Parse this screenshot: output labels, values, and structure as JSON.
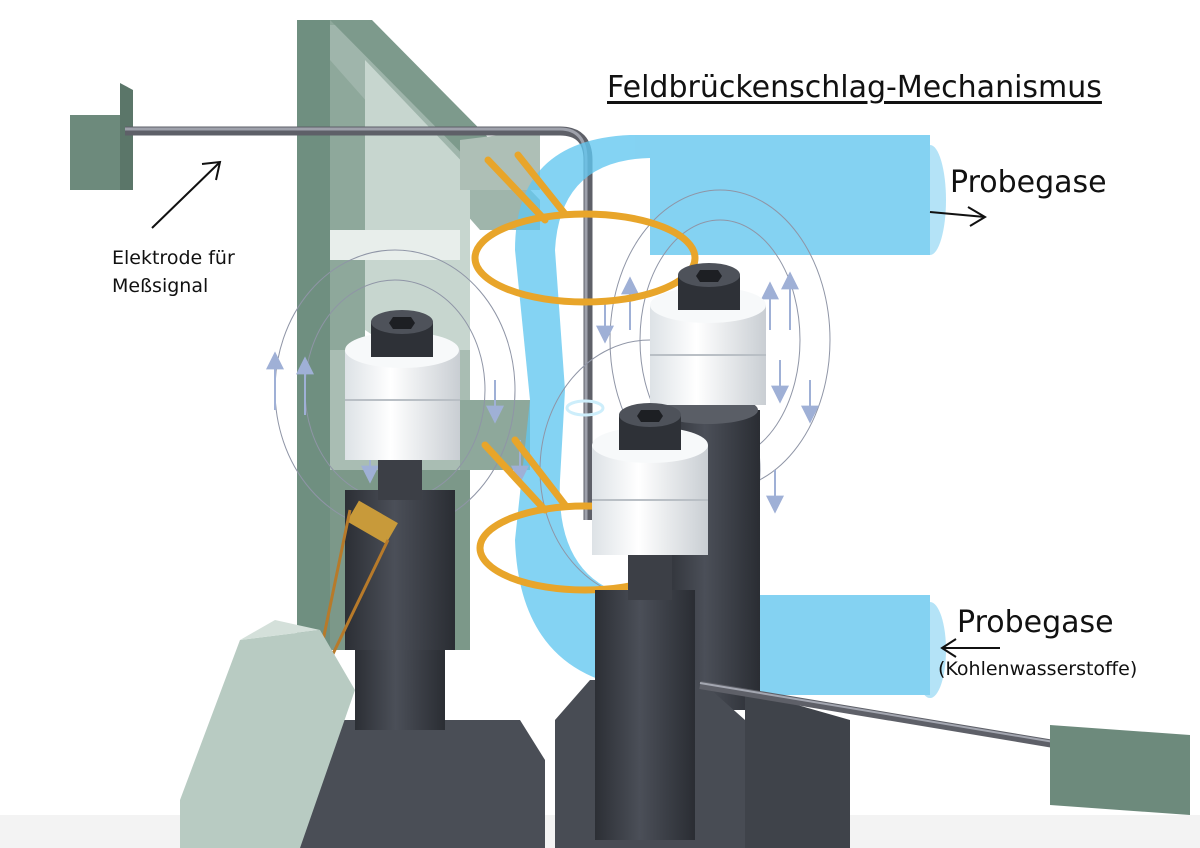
{
  "title": "Feldbrückenschlag-Mechanismus",
  "labels": {
    "gas_out": "Probegase",
    "gas_in": "Probegase",
    "gas_in_sub": "(Kohlenwasserstoffe)",
    "electrode_line1": "Elektrode für",
    "electrode_line2": "Meßsignal"
  },
  "colors": {
    "frame": "#6f8f80",
    "frame_light": "#b8cbc2",
    "gas_flow": "#62c6ef",
    "coil": "#e8a52a",
    "post_dark": "#3a3d44",
    "insulator": "#f2f4f6",
    "electrode_rod": "#7a7c86"
  },
  "icons": [
    "arrow-icon",
    "hex-socket-icon"
  ]
}
